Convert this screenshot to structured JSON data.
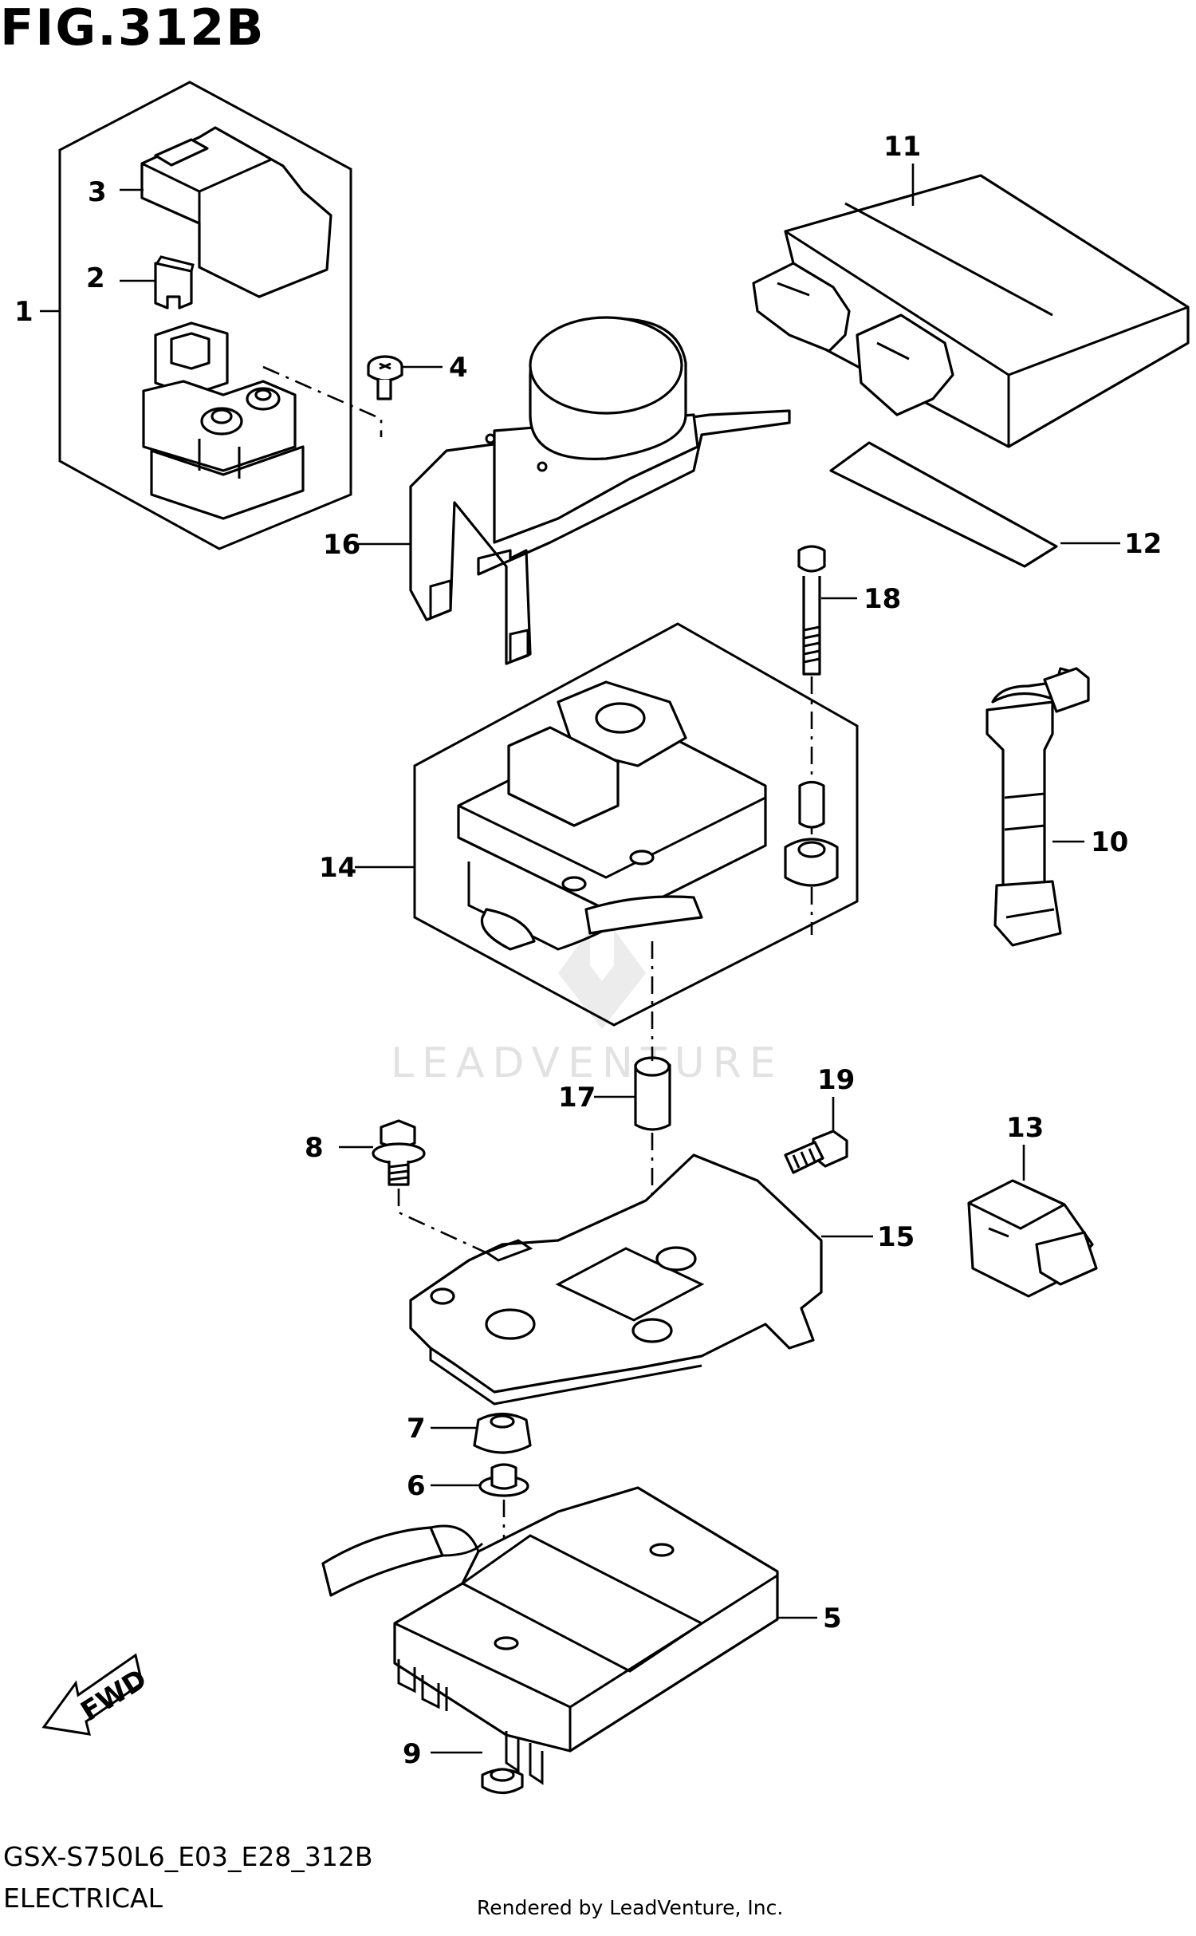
{
  "figure": {
    "title": "FIG.312B",
    "model_code": "GSX-S750L6_E03_E28_312B",
    "section": "ELECTRICAL",
    "credit": "Rendered by LeadVenture, Inc.",
    "watermark": "LEADVENTURE",
    "direction_badge": "FWD"
  },
  "callouts": [
    {
      "number": "1"
    },
    {
      "number": "2"
    },
    {
      "number": "3"
    },
    {
      "number": "4"
    },
    {
      "number": "5"
    },
    {
      "number": "6"
    },
    {
      "number": "7"
    },
    {
      "number": "8"
    },
    {
      "number": "9"
    },
    {
      "number": "10"
    },
    {
      "number": "11"
    },
    {
      "number": "12"
    },
    {
      "number": "13"
    },
    {
      "number": "14"
    },
    {
      "number": "15"
    },
    {
      "number": "16"
    },
    {
      "number": "17"
    },
    {
      "number": "18"
    },
    {
      "number": "19"
    }
  ]
}
